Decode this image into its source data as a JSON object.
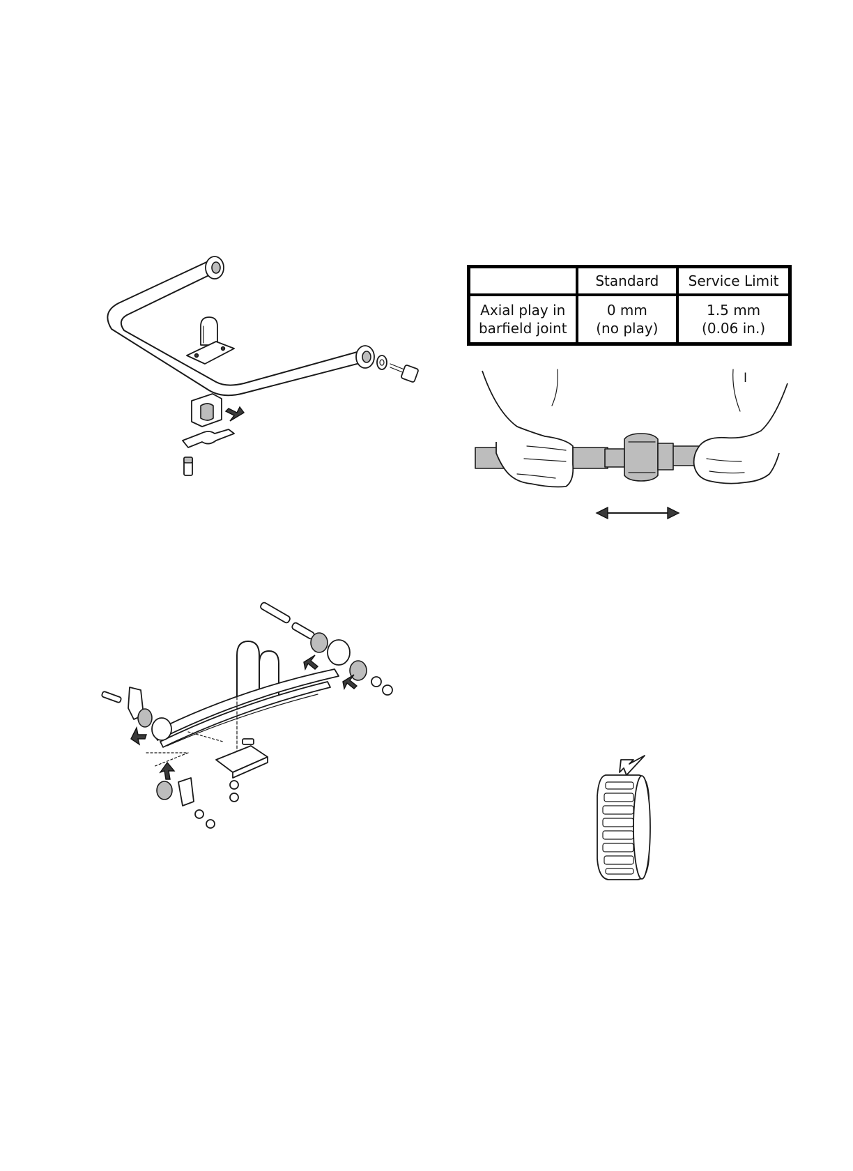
{
  "spec_table": {
    "headers": [
      "",
      "Standard",
      "Service Limit"
    ],
    "rows": [
      {
        "item": [
          "Axial play in",
          "barfield joint"
        ],
        "standard": [
          "0 mm",
          "(no play)"
        ],
        "service_limit": [
          "1.5 mm",
          "(0.06 in.)"
        ]
      }
    ]
  },
  "figures": {
    "stabilizer_bar": {
      "icon": "stabilizer-bar-exploded-icon"
    },
    "axial_play_check": {
      "icon": "hands-checking-joint-icon",
      "stray_mark": "l"
    },
    "leaf_spring": {
      "icon": "leaf-spring-exploded-icon"
    },
    "bushing": {
      "icon": "bushing-icon"
    }
  }
}
